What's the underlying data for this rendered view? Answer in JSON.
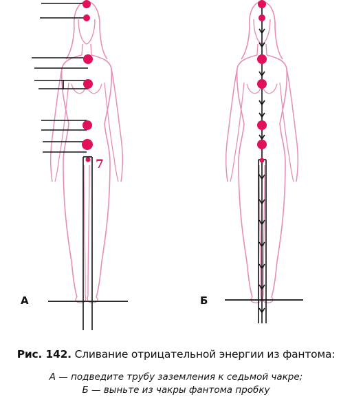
{
  "figure": {
    "panel_a_label": "А",
    "panel_b_label": "Б",
    "chakra_number_label": "7"
  },
  "caption": {
    "prefix": "Рис. 142.",
    "title": " Сливание отрицательной энергии из фантома:",
    "line_a": "А — подведите трубу заземления к седьмой чакре;",
    "line_b": "Б — выньте из чакры фантома пробку"
  },
  "colors": {
    "body_outline": "#e58fb7",
    "chakra": "#e0115a",
    "ink": "#111111"
  }
}
